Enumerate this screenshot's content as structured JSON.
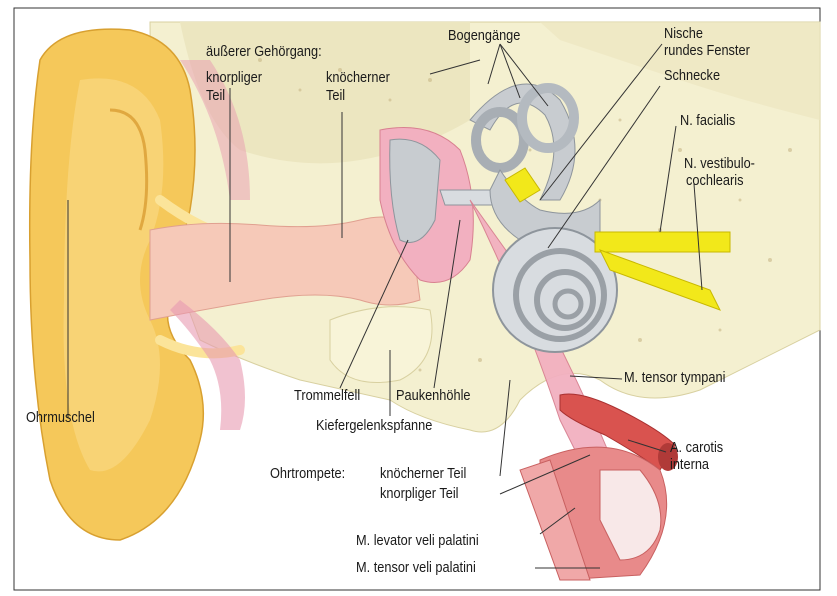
{
  "labels": {
    "gehoergang_title": "äußerer Gehörgang:",
    "knorpliger": "knorpliger",
    "teil_1": "Teil",
    "knoecherner": "knöcherner",
    "teil_2": "Teil",
    "bogengaenge": "Bogengänge",
    "nische": "Nische",
    "rundes_fenster": "rundes Fenster",
    "schnecke": "Schnecke",
    "n_facialis": "N. facialis",
    "n_vestibulo": "N. vestibulo-",
    "cochlearis": "cochlearis",
    "ohrmuschel": "Ohrmuschel",
    "trommelfell": "Trommelfell",
    "paukenhoehle": "Paukenhöhle",
    "m_tensor_tympani": "M. tensor tympani",
    "kiefergelenkspfanne": "Kiefergelenkspfanne",
    "a_carotis": "A. carotis",
    "interna": "interna",
    "ohrtrompete": "Ohrtrompete:",
    "knoecherner_teil": "knöcherner Teil",
    "knorpliger_teil": "knorpliger Teil",
    "m_levator": "M. levator veli palatini",
    "m_tensor_veli": "M. tensor veli palatini"
  },
  "colors": {
    "background": "#ffffff",
    "frame": "#333333",
    "bone": "#f4f0d0",
    "bone_dark": "#e6e0b4",
    "auricle": "#f5c85a",
    "auricle_light": "#fbe49a",
    "canal_skin": "#f6c9b8",
    "tissue_pink": "#e89ab0",
    "labyrinth": "#c8ccd0",
    "nerve_yellow": "#f2e81a",
    "artery_red": "#d9534f",
    "muscle": "#e88a8a",
    "leader": "#333333"
  }
}
